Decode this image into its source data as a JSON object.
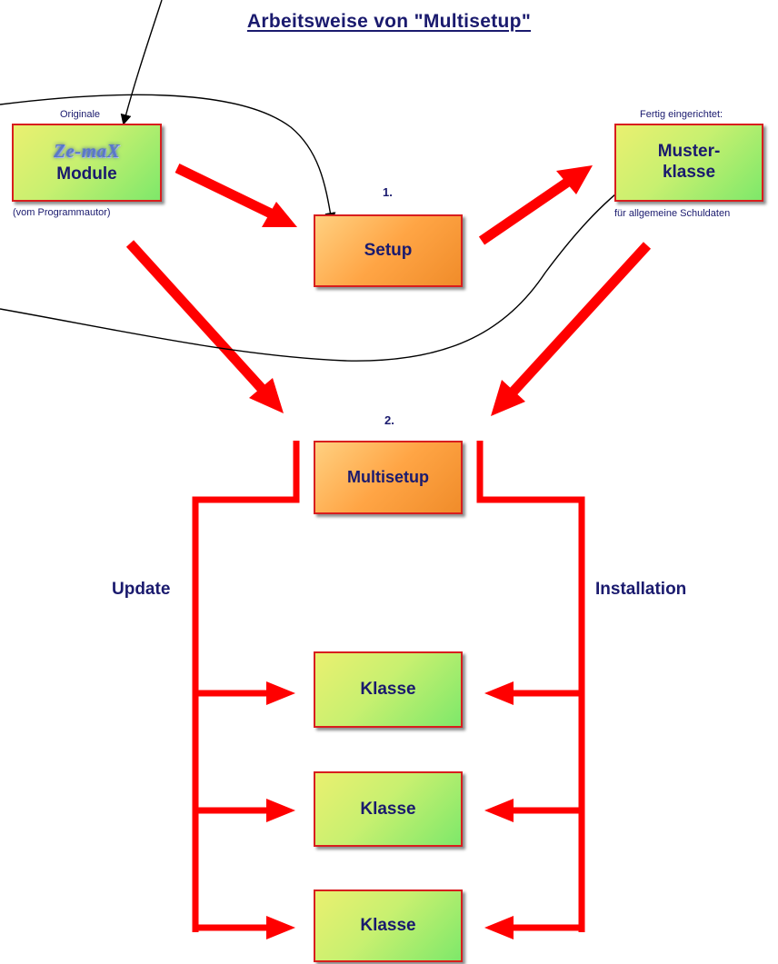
{
  "title": "Arbeitsweise von \"Multisetup\"",
  "module_box": {
    "label_above": "Originale",
    "logo_text": "Ze-maX",
    "label": "Module",
    "label_below": "(vom Programmautor)"
  },
  "musterklasse_box": {
    "label_above": "Fertig eingerichtet:",
    "label": "Muster-\nklasse",
    "label_below": "für allgemeine Schuldaten"
  },
  "setup_box": {
    "step": "1.",
    "label": "Setup"
  },
  "multisetup_box": {
    "step": "2.",
    "label": "Multisetup"
  },
  "side_labels": {
    "left": "Update",
    "right": "Installation"
  },
  "klassen": [
    {
      "label": "Klasse"
    },
    {
      "label": "Klasse"
    },
    {
      "label": "Klasse"
    }
  ],
  "colors": {
    "arrow": "#ff0000",
    "box_border": "#d81e1e",
    "text": "#1a1a6e",
    "green_box": "#c8f070",
    "orange_box": "#ffa545"
  }
}
